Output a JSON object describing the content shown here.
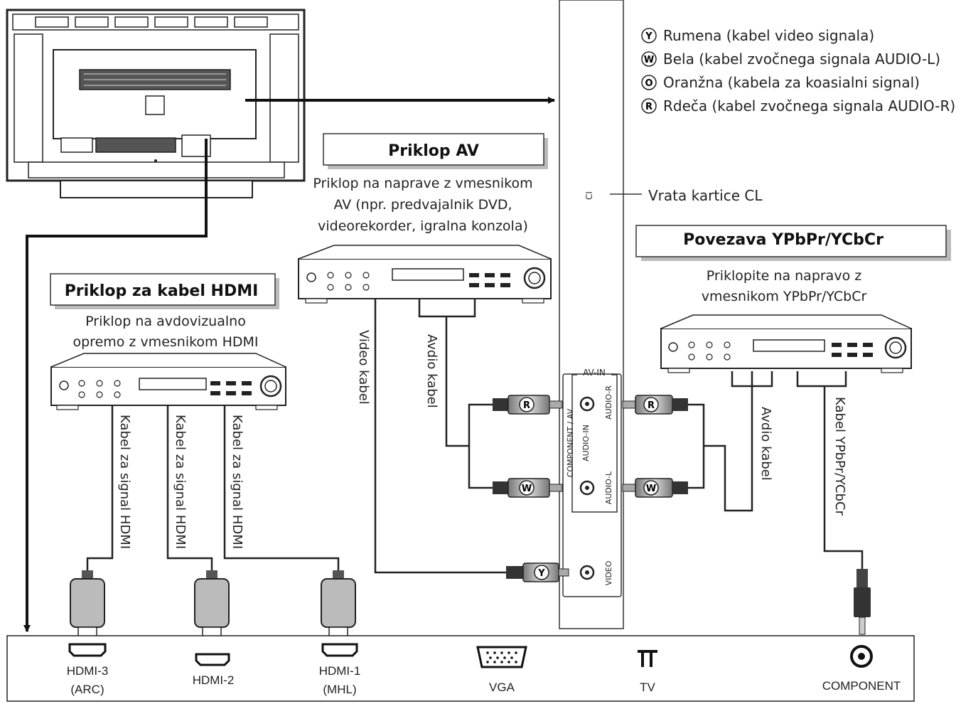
{
  "legend": [
    {
      "symbol": "Y",
      "text": "Rumena (kabel video signala)"
    },
    {
      "symbol": "W",
      "text": "Bela (kabel zvočnega signala AUDIO-L)"
    },
    {
      "symbol": "O",
      "text": "Oranžna (kabela za koasialni signal)"
    },
    {
      "symbol": "R",
      "text": "Rdeča (kabel zvočnega signala AUDIO-R)"
    }
  ],
  "ci": {
    "slot_label": "CI",
    "caption": "Vrata kartice CL"
  },
  "av": {
    "title": "Priklop AV",
    "description": [
      "Priklop na naprave z vmesnikom",
      "AV (npr. predvajalnik DVD,",
      "videorekorder, igralna konzola)"
    ],
    "video_cable": "Video kabel",
    "audio_cable": "Avdio kabel"
  },
  "hdmi": {
    "title": "Priklop za kabel HDMI",
    "description": [
      "Priklop na avdovizualno",
      "opremo z vmesnikom HDMI"
    ],
    "cables": [
      "Kabel za signal HDMI",
      "Kabel za signal HDMI",
      "Kabel za signal HDMI"
    ]
  },
  "ypbpr": {
    "title": "Povezava YPbPr/YCbCr",
    "description": [
      "Priklopite na napravo z",
      "vmesnikom YPbPr/YCbCr"
    ],
    "audio_cable": "Avdio kabel",
    "component_cable": "Kabel YPbPr/YCbCr"
  },
  "panel": {
    "group_label": "AV-IN",
    "component_av": "COMPONENT / AV",
    "audio_in": "AUDIO-IN",
    "audio_r": "AUDIO-R",
    "audio_l": "AUDIO-L",
    "video": "VIDEO",
    "plug_r": "R",
    "plug_w": "W",
    "plug_y": "Y"
  },
  "ports": {
    "hdmi3": [
      "HDMI-3",
      "(ARC)"
    ],
    "hdmi2": "HDMI-2",
    "hdmi1": [
      "HDMI-1",
      "(MHL)"
    ],
    "vga": "VGA",
    "tv": "TV",
    "component": "COMPONENT"
  }
}
